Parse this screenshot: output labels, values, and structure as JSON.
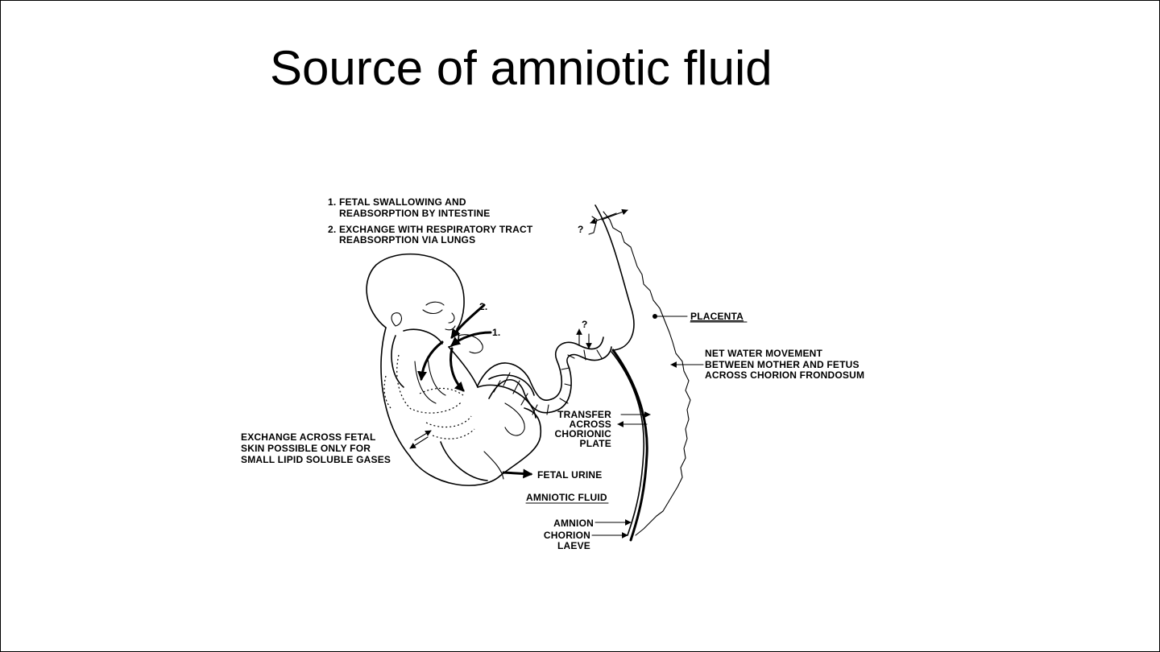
{
  "slide": {
    "title": "Source of amniotic fluid"
  },
  "diagram": {
    "legend_line_1a": "1.  FETAL SWALLOWING AND",
    "legend_line_1b": "REABSORPTION BY INTESTINE",
    "legend_line_2a": "2.  EXCHANGE WITH RESPIRATORY TRACT",
    "legend_line_2b": "REABSORPTION VIA LUNGS",
    "marker_1": "1.",
    "marker_2": "2.",
    "question_mark": "?",
    "placenta": "PLACENTA",
    "net_water_1": "NET WATER MOVEMENT",
    "net_water_2": "BETWEEN MOTHER AND FETUS",
    "net_water_3": "ACROSS CHORION FRONDOSUM",
    "transfer_1": "TRANSFER",
    "transfer_2": "ACROSS",
    "transfer_3": "CHORIONIC",
    "transfer_4": "PLATE",
    "skin_1": "EXCHANGE ACROSS FETAL",
    "skin_2": "SKIN POSSIBLE ONLY FOR",
    "skin_3": "SMALL LIPID SOLUBLE GASES",
    "fetal_urine": "FETAL URINE",
    "amniotic_fluid": "AMNIOTIC FLUID",
    "amnion": "AMNION",
    "chorion_1": "CHORION",
    "chorion_2": "LAEVE"
  }
}
